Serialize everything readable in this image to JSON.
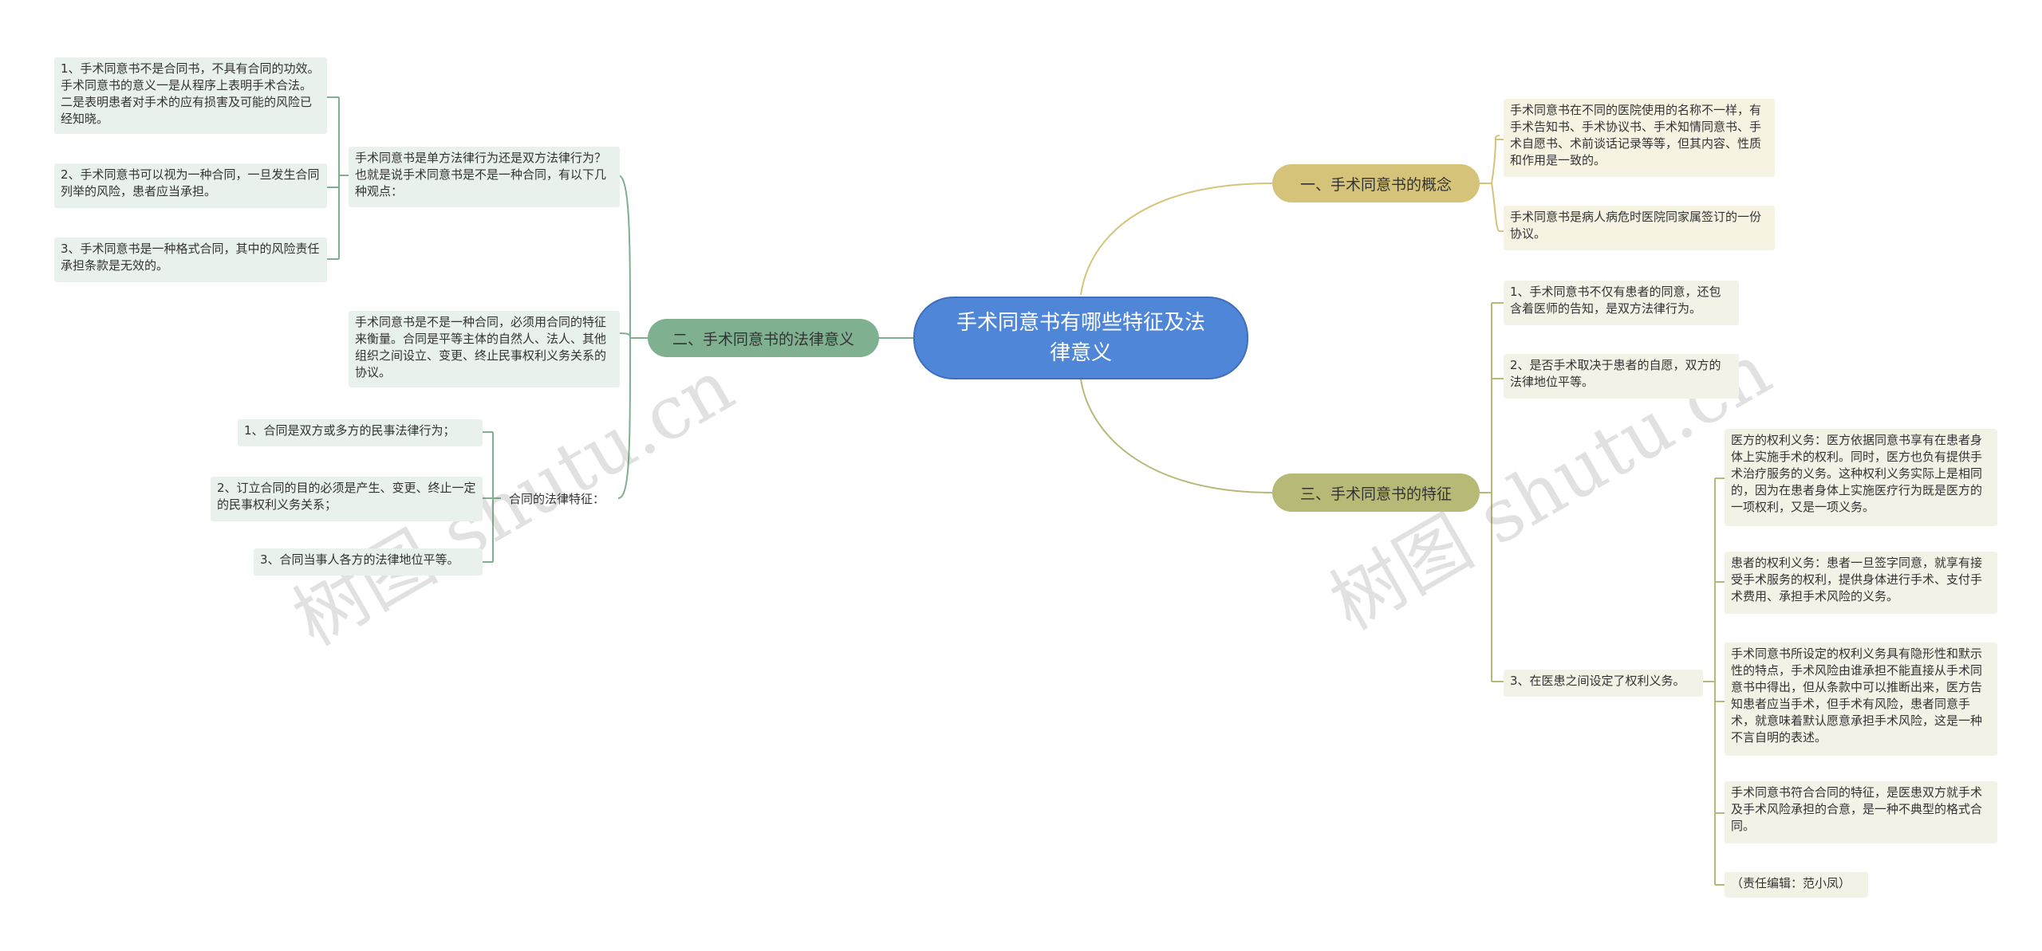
{
  "root": {
    "title": "手术同意书有哪些特征及法律意义"
  },
  "branches": {
    "left": {
      "label": "二、手术同意书的法律意义",
      "nodes": {
        "q1": "手术同意书是单方法律行为还是双方法律行为？也就是说手术同意书是不是一种合同，有以下几种观点：",
        "q1_items": [
          "1、手术同意书不是合同书，不具有合同的功效。手术同意书的意义一是从程序上表明手术合法。二是表明患者对手术的应有损害及可能的风险已经知晓。",
          "2、手术同意书可以视为一种合同，一旦发生合同列举的风险，患者应当承担。",
          "3、手术同意书是一种格式合同，其中的风险责任承担条款是无效的。"
        ],
        "q2": "手术同意书是不是一种合同，必须用合同的特征来衡量。合同是平等主体的自然人、法人、其他组织之间设立、变更、终止民事权利义务关系的协议。",
        "q3": "合同的法律特征：",
        "q3_items": [
          "1、合同是双方或多方的民事法律行为；",
          "2、订立合同的目的必须是产生、变更、终止一定的民事权利义务关系；",
          "3、合同当事人各方的法律地位平等。"
        ]
      }
    },
    "top_right": {
      "label": "一、手术同意书的概念",
      "items": [
        "手术同意书在不同的医院使用的名称不一样，有手术告知书、手术协议书、手术知情同意书、手术自愿书、术前谈话记录等等，但其内容、性质和作用是一致的。",
        "手术同意书是病人病危时医院同家属签订的一份协议。"
      ]
    },
    "bottom_right": {
      "label": "三、手术同意书的特征",
      "items": [
        "1、手术同意书不仅有患者的同意，还包含着医师的告知，是双方法律行为。",
        "2、是否手术取决于患者的自愿，双方的法律地位平等。",
        "3、在医患之间设定了权利义务。"
      ],
      "sub_items": [
        "医方的权利义务：医方依据同意书享有在患者身体上实施手术的权利。同时，医方也负有提供手术治疗服务的义务。这种权利义务实际上是相同的，因为在患者身体上实施医疗行为既是医方的一项权利，又是一项义务。",
        "患者的权利义务：患者一旦签字同意，就享有接受手术服务的权利，提供身体进行手术、支付手术费用、承担手术风险的义务。",
        "手术同意书所设定的权利义务具有隐形性和默示性的特点，手术风险由谁承担不能直接从手术同意书中得出，但从条款中可以推断出来，医方告知患者应当手术，但手术有风险，患者同意手术，就意味着默认愿意承担手术风险，这是一种不言自明的表述。",
        "手术同意书符合合同的特征，是医患双方就手术及手术风险承担的合意，是一种不典型的格式合同。",
        "（责任编辑：范小凤）"
      ]
    }
  },
  "watermarks": [
    "树图 shutu.cn",
    "树图 shutu.cn"
  ],
  "colors": {
    "root": "#4f86d8",
    "left_branch": "#7fb08f",
    "left_line": "#7fb08f",
    "gold_branch": "#d6c37a",
    "gold_line": "#d6c37a",
    "olive_branch": "#b7b977",
    "olive_line": "#b7b977"
  }
}
